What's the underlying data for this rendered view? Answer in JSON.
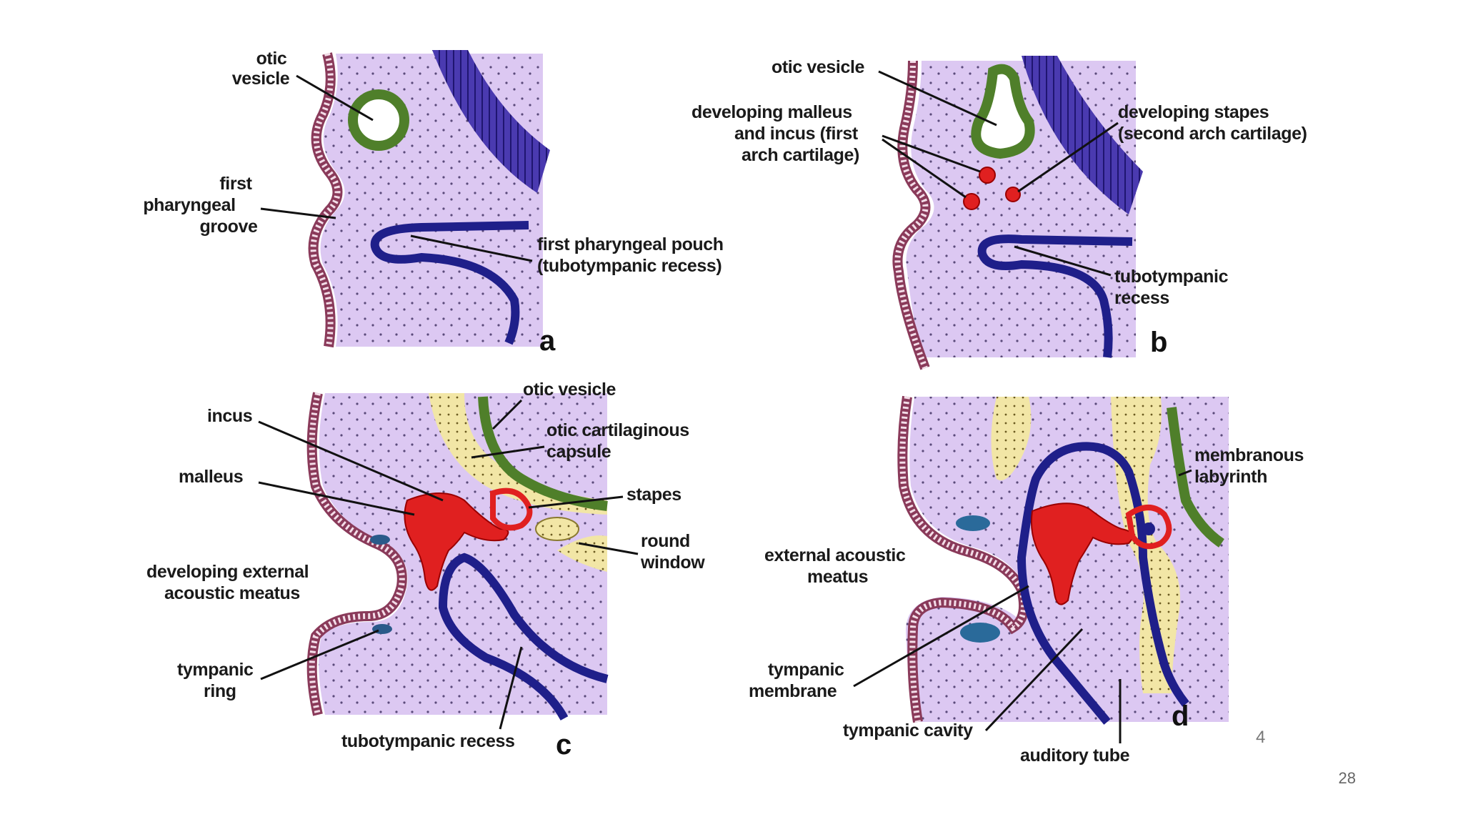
{
  "panels": {
    "a": {
      "letter": "a",
      "labels": {
        "otic_vesicle_1": "otic",
        "otic_vesicle_2": "vesicle",
        "groove_1": "first",
        "groove_2": "pharyngeal",
        "groove_3": "groove",
        "pouch_1": "first pharyngeal pouch",
        "pouch_2": "(tubotympanic recess)"
      }
    },
    "b": {
      "letter": "b",
      "labels": {
        "otic_vesicle": "otic vesicle",
        "malleus_1": "developing malleus",
        "malleus_2": "and incus (first",
        "malleus_3": "arch cartilage)",
        "stapes_1": "developing stapes",
        "stapes_2": "(second arch cartilage)",
        "recess_1": "tubotympanic",
        "recess_2": "recess"
      }
    },
    "c": {
      "letter": "c",
      "labels": {
        "otic_vesicle": "otic vesicle",
        "capsule_1": "otic cartilaginous",
        "capsule_2": "capsule",
        "incus": "incus",
        "malleus": "malleus",
        "stapes": "stapes",
        "round_1": "round",
        "round_2": "window",
        "meatus_1": "developing external",
        "meatus_2": "acoustic meatus",
        "ring_1": "tympanic",
        "ring_2": "ring",
        "recess": "tubotympanic recess"
      }
    },
    "d": {
      "letter": "d",
      "labels": {
        "labyrinth_1": "membranous",
        "labyrinth_2": "labyrinth",
        "meatus_1": "external acoustic",
        "meatus_2": "meatus",
        "membrane_1": "tympanic",
        "membrane_2": "membrane",
        "cavity": "tympanic cavity",
        "tube": "auditory tube"
      }
    }
  },
  "inner_page_number": "4",
  "slide_number": "28",
  "colors": {
    "mesenchyme": "#dcc8f2",
    "ectoderm": "#c9a9c0",
    "otic": "#6a9a3a",
    "neural": "#4a3ab0",
    "endoderm": "#1f1f8a",
    "ossicle": "#e02020",
    "cartilage": "#f2e6a6",
    "blue_ring": "#2a5a8a"
  }
}
